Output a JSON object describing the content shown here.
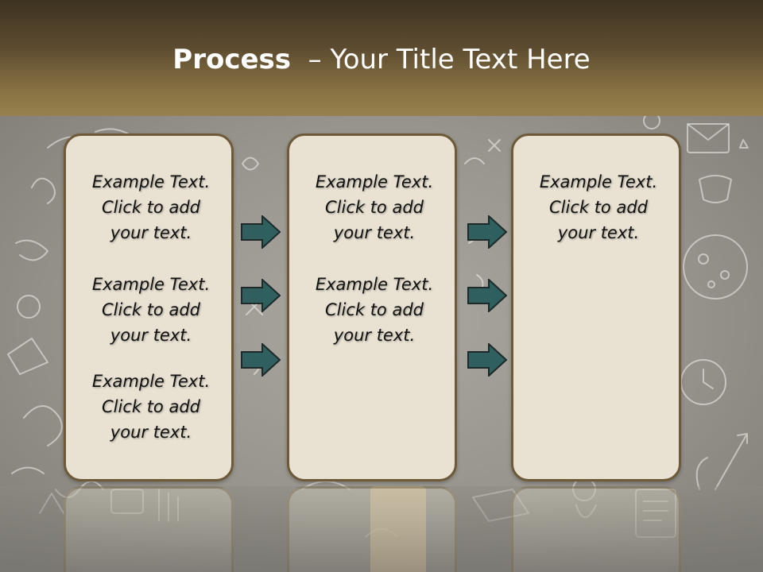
{
  "title": {
    "bold": "Process",
    "rest": "– Your Title Text Here"
  },
  "columns": [
    {
      "blocks": [
        {
          "line1": "Example Text.",
          "line2": "Click  to add",
          "line3": "your text."
        },
        {
          "line1": "Example Text.",
          "line2": "Click  to add",
          "line3": "your text."
        },
        {
          "line1": "Example Text.",
          "line2": "Click  to add",
          "line3": "your text."
        }
      ]
    },
    {
      "blocks": [
        {
          "line1": "Example Text.",
          "line2": "Click  to add",
          "line3": "your text."
        },
        {
          "line1": "Example Text.",
          "line2": "Click  to add",
          "line3": "your text."
        }
      ]
    },
    {
      "blocks": [
        {
          "line1": "Example Text.",
          "line2": "Click  to add",
          "line3": "your text."
        }
      ]
    }
  ],
  "colors": {
    "arrow_fill": "#2f5f5f",
    "box_border": "#6e5a38",
    "box_fill": "#e9e2d3"
  },
  "icons": {
    "arrow": "right-arrow-icon"
  }
}
